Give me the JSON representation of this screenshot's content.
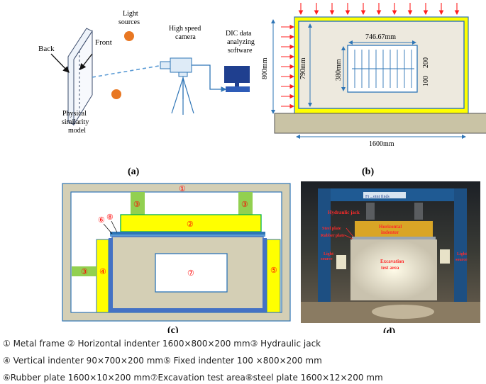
{
  "colors": {
    "frame": "#d4cfb5",
    "frame_stroke": "#2e75b6",
    "specimen": "#d8d3c3",
    "yellow": "#ffff00",
    "green": "#92d050",
    "blue_bar": "#4472c4",
    "orange": "#e87722",
    "arrow_red": "#ff2020",
    "circled_red": "#ff0000"
  },
  "panel_a": {
    "label": "(a)",
    "back": "Back",
    "front": "Front",
    "light_sources": [
      "Light",
      "sources"
    ],
    "camera": [
      "High speed",
      "camera"
    ],
    "dic": [
      "DIC  data",
      "analyzing",
      "software"
    ],
    "model": [
      "Physical",
      "similarity",
      "model"
    ]
  },
  "panel_b": {
    "label": "(b)",
    "dim_width": "1600mm",
    "dim_outer_height": "800mm",
    "dim_inner_height": "790mm",
    "dim_area_width": "746.67mm",
    "dim_area_height": "380mm",
    "dim_200": "200",
    "dim_100": "100"
  },
  "panel_c": {
    "label": "(c)",
    "markers": {
      "m1": "①",
      "m2": "②",
      "m3a": "③",
      "m3b": "③",
      "m3c": "③",
      "m4": "④",
      "m5": "⑤",
      "m6": "⑥",
      "m7": "⑦",
      "m8": "⑧"
    }
  },
  "panel_d": {
    "label": "(d)",
    "sign": "Fi  ...oint finds",
    "hydraulic_jack": "Hydraulic jack",
    "steel_plate": "Steel plate",
    "rubber_plate": "Rubber plate",
    "horizontal_indenter": [
      "Horizontal",
      "indenter"
    ],
    "excavation": [
      "Excavation",
      "test area"
    ],
    "light_left": [
      "Light",
      "source"
    ],
    "light_right": [
      "Light",
      "source"
    ]
  },
  "legend": {
    "line1": "① Metal frame ② Horizontal indenter 1600×800×200 mm③ Hydraulic jack",
    "line2": "④ Vertical indenter 90×700×200 mm⑤ Fixed indenter 100 ×800×200 mm",
    "line3": "⑥Rubber plate 1600×10×200 mm⑦Excavation test area⑧steel plate 1600×12×200 mm"
  }
}
